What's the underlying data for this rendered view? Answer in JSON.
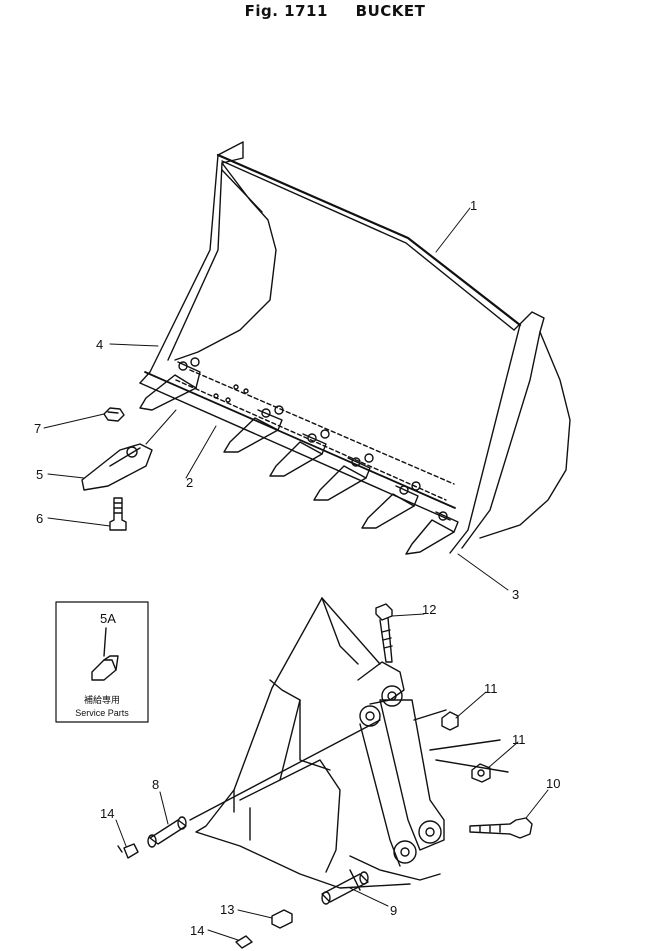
{
  "figure": {
    "number": "Fig. 1711",
    "name": "BUCKET"
  },
  "callouts": [
    {
      "id": "1",
      "part": "bucket"
    },
    {
      "id": "2",
      "part": "cutting-edge"
    },
    {
      "id": "3",
      "part": "side-cutter-right"
    },
    {
      "id": "4",
      "part": "side-cutter-left"
    },
    {
      "id": "5",
      "part": "tooth-adapter"
    },
    {
      "id": "6",
      "part": "bolt"
    },
    {
      "id": "7",
      "part": "nut"
    },
    {
      "id": "8",
      "part": "pin"
    },
    {
      "id": "9",
      "part": "pin"
    },
    {
      "id": "10",
      "part": "bolt"
    },
    {
      "id": "11",
      "part": "nut"
    },
    {
      "id": "11",
      "part": "nut"
    },
    {
      "id": "12",
      "part": "bolt"
    },
    {
      "id": "13",
      "part": "plug"
    },
    {
      "id": "14",
      "part": "grease-fitting"
    },
    {
      "id": "14",
      "part": "grease-fitting"
    }
  ],
  "inset": {
    "label": "5A",
    "caption_jp": "補給専用",
    "caption_en": "Service Parts"
  }
}
